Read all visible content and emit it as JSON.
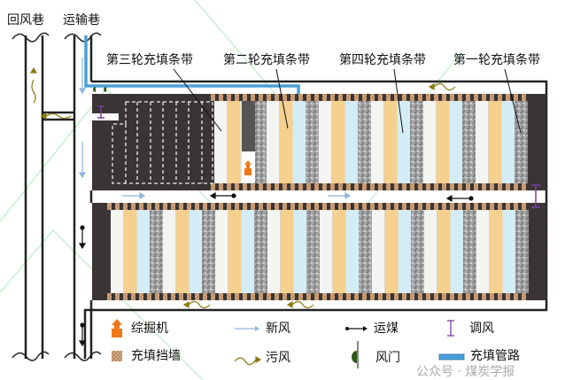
{
  "roadways": {
    "return_air": "回风巷",
    "transport": "运输巷"
  },
  "strip_labels": [
    "第三轮充填条带",
    "第二轮充填条带",
    "第四轮充填条带",
    "第一轮充填条带"
  ],
  "legend": {
    "roadheader": "综掘机",
    "fresh_air": "新风",
    "coal_transport": "运煤",
    "air_regulation": "调风",
    "filling_wall": "充填挡墙",
    "foul_air": "污风",
    "air_door": "风门",
    "filling_pipeline": "充填管路"
  },
  "watermark": "公众号 · 煤炭学报",
  "colors": {
    "strip_white": "#f4f4f2",
    "strip_yellow": "#f5d08e",
    "strip_blue": "#d4ecf5",
    "strip_gray": "#9a9a9a",
    "coal": "#3a3434",
    "brick": "#c9a07a",
    "pipe": "#4a9fd8",
    "roadheader": "#f07818",
    "regulator": "#7a3ea0",
    "foul_air": "#8a7a10",
    "fresh_air": "#8fb4dc",
    "door": "#2e5a1e"
  }
}
